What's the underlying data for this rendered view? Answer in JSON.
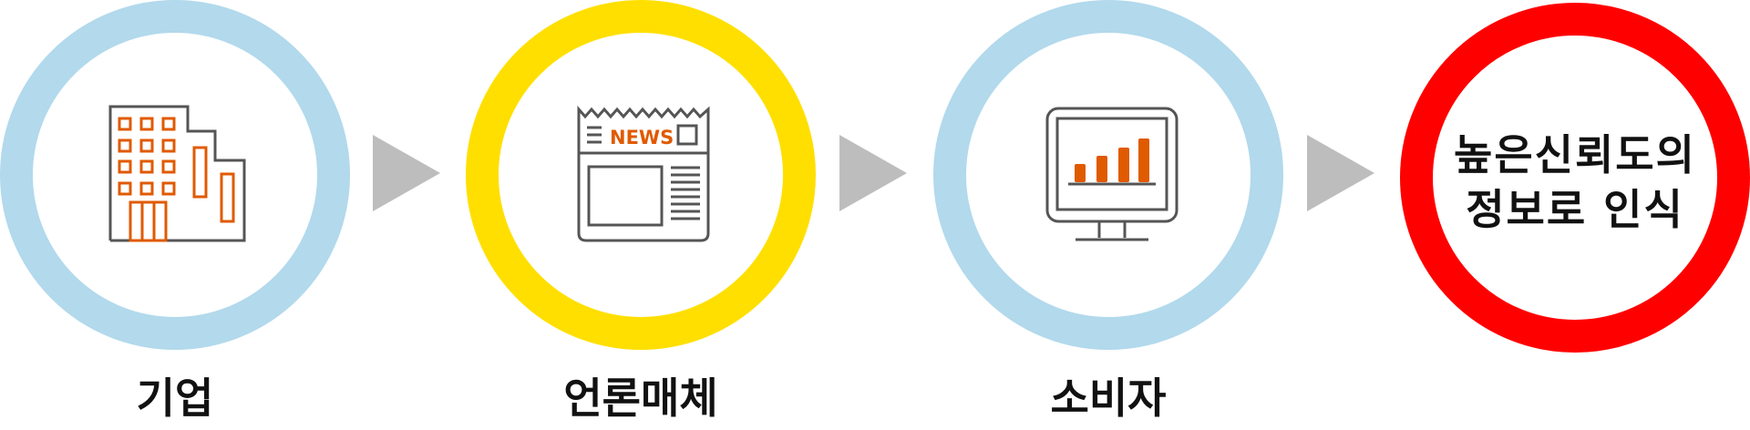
{
  "steps": [
    {
      "label": "기업",
      "icon": "building-icon",
      "ring_color": "#b2d9ec"
    },
    {
      "label": "언론매체",
      "icon": "newspaper-icon",
      "news_text": "NEWS",
      "ring_color": "#ffdf00"
    },
    {
      "label": "소비자",
      "icon": "monitor-chart-icon",
      "ring_color": "#b2d9ec"
    }
  ],
  "result": {
    "line1": "높은신뢰도의",
    "line2": "정보로 인식",
    "ring_color": "#ff0000"
  },
  "arrow_color": "#bdbdbd",
  "icon_accent": "#e05a00",
  "icon_stroke": "#555555"
}
